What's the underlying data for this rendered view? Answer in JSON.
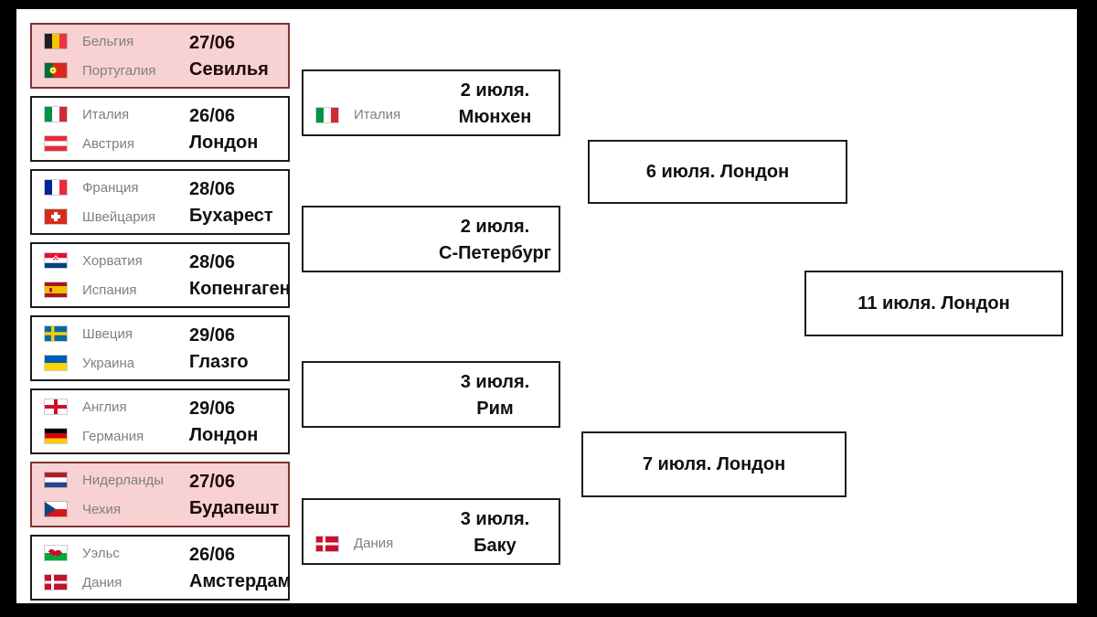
{
  "round_of_16": [
    {
      "team1": "Бельгия",
      "team2": "Португалия",
      "date": "27/06",
      "city": "Севилья",
      "flag1": "belgium-flag",
      "flag2": "portugal-flag",
      "highlighted": true
    },
    {
      "team1": "Италия",
      "team2": "Австрия",
      "date": "26/06",
      "city": "Лондон",
      "flag1": "italy-flag",
      "flag2": "austria-flag",
      "highlighted": false
    },
    {
      "team1": "Франция",
      "team2": "Швейцария",
      "date": "28/06",
      "city": "Бухарест",
      "flag1": "france-flag",
      "flag2": "switzerland-flag",
      "highlighted": false
    },
    {
      "team1": "Хорватия",
      "team2": "Испания",
      "date": "28/06",
      "city": "Копенгаген",
      "flag1": "croatia-flag",
      "flag2": "spain-flag",
      "highlighted": false
    },
    {
      "team1": "Швеция",
      "team2": "Украина",
      "date": "29/06",
      "city": "Глазго",
      "flag1": "sweden-flag",
      "flag2": "ukraine-flag",
      "highlighted": false
    },
    {
      "team1": "Англия",
      "team2": "Германия",
      "date": "29/06",
      "city": "Лондон",
      "flag1": "england-flag",
      "flag2": "germany-flag",
      "highlighted": false
    },
    {
      "team1": "Нидерланды",
      "team2": "Чехия",
      "date": "27/06",
      "city": "Будапешт",
      "flag1": "netherlands-flag",
      "flag2": "czech-flag",
      "highlighted": true
    },
    {
      "team1": "Уэльс",
      "team2": "Дания",
      "date": "26/06",
      "city": "Амстердам",
      "flag1": "wales-flag",
      "flag2": "denmark-flag",
      "highlighted": false
    }
  ],
  "quarterfinals": [
    {
      "date": "2 июля.",
      "city": "Мюнхен",
      "team": "Италия",
      "flag": "italy-flag"
    },
    {
      "date": "2 июля.",
      "city": "С-Петербург",
      "team": "",
      "flag": ""
    },
    {
      "date": "3 июля.",
      "city": "Рим",
      "team": "",
      "flag": ""
    },
    {
      "date": "3 июля.",
      "city": "Баку",
      "team": "Дания",
      "flag": "denmark-flag"
    }
  ],
  "semifinals": [
    {
      "label": "6 июля. Лондон"
    },
    {
      "label": "7 июля. Лондон"
    }
  ],
  "final": {
    "label": "11 июля. Лондон"
  },
  "colors": {
    "highlight_bg": "#f8d2d2",
    "highlight_border": "#7d3434",
    "box_border": "#1c1c1c",
    "team_text": "#7f7f7f",
    "venue_text": "#101010",
    "frame": "#000000"
  }
}
